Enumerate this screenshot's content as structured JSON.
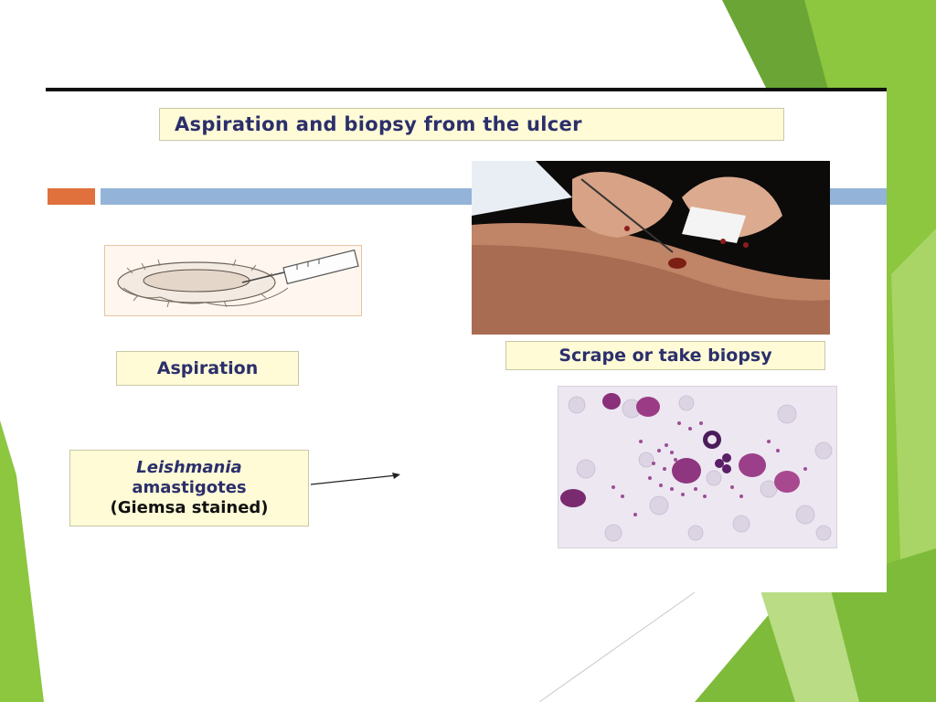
{
  "slide": {
    "title": "Aspiration and biopsy from the ulcer",
    "labels": {
      "aspiration": "Aspiration",
      "scrape": "Scrape or take biopsy",
      "leishmania_line1": "Leishmania",
      "leishmania_line2": "amastigotes",
      "leishmania_line3": "(Giemsa stained)"
    }
  },
  "colors": {
    "accent_orange": "#e0703c",
    "accent_blue": "#93b4d8",
    "label_background": "#fffbd6",
    "label_text": "#2b2f6b",
    "theme_green": "#8cc63f"
  }
}
